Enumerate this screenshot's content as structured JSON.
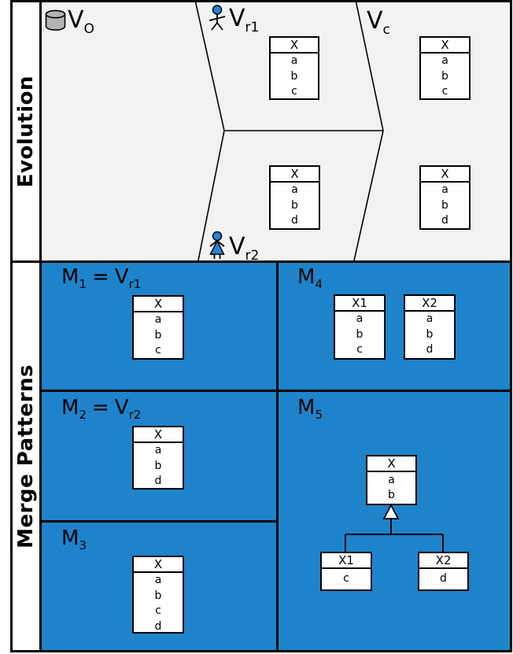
{
  "figure_title": "Evolution and Merge Patterns diagram",
  "colors": {
    "merge_background": "#1e83cb",
    "evolution_background": "#f2f2f2",
    "box_fill": "#ffffff",
    "line": "#000000",
    "cylinder_fill": "#b3b3b3",
    "actor_fill": "#2585d8"
  },
  "sidebar": {
    "evolution_label": "Evolution",
    "merge_label": "Merge Patterns"
  },
  "evolution": {
    "labels": {
      "vo": {
        "base": "V",
        "sub": "O"
      },
      "vr1": {
        "base": "V",
        "sub": "r1"
      },
      "vc": {
        "base": "V",
        "sub": "c"
      },
      "vr2": {
        "base": "V",
        "sub": "r2"
      }
    },
    "icons": {
      "vo": "database-cylinder",
      "vr1": "actor-person",
      "vr2": "actor-person-female"
    },
    "boxes": {
      "vr1": {
        "title": "X",
        "attrs": [
          "a",
          "b",
          "c"
        ]
      },
      "vc_top": {
        "title": "X",
        "attrs": [
          "a",
          "b",
          "c"
        ]
      },
      "vr2": {
        "title": "X",
        "attrs": [
          "a",
          "b",
          "d"
        ]
      },
      "vc_bottom": {
        "title": "X",
        "attrs": [
          "a",
          "b",
          "d"
        ]
      }
    }
  },
  "merge": {
    "m1": {
      "label_base": "M",
      "label_sub": "1",
      "eq": "=",
      "rhs_base": "V",
      "rhs_sub": "r1",
      "box": {
        "title": "X",
        "attrs": [
          "a",
          "b",
          "c"
        ]
      }
    },
    "m2": {
      "label_base": "M",
      "label_sub": "2",
      "eq": "=",
      "rhs_base": "V",
      "rhs_sub": "r2",
      "box": {
        "title": "X",
        "attrs": [
          "a",
          "b",
          "d"
        ]
      }
    },
    "m3": {
      "label_base": "M",
      "label_sub": "3",
      "box": {
        "title": "X",
        "attrs": [
          "a",
          "b",
          "c",
          "d"
        ]
      }
    },
    "m4": {
      "label_base": "M",
      "label_sub": "4",
      "boxes": [
        {
          "title": "X1",
          "attrs": [
            "a",
            "b",
            "c"
          ]
        },
        {
          "title": "X2",
          "attrs": [
            "a",
            "b",
            "d"
          ]
        }
      ]
    },
    "m5": {
      "label_base": "M",
      "label_sub": "5",
      "parent": {
        "title": "X",
        "attrs": [
          "a",
          "b"
        ]
      },
      "children": [
        {
          "title": "X1",
          "attrs": [
            "c"
          ]
        },
        {
          "title": "X2",
          "attrs": [
            "d"
          ]
        }
      ]
    }
  }
}
